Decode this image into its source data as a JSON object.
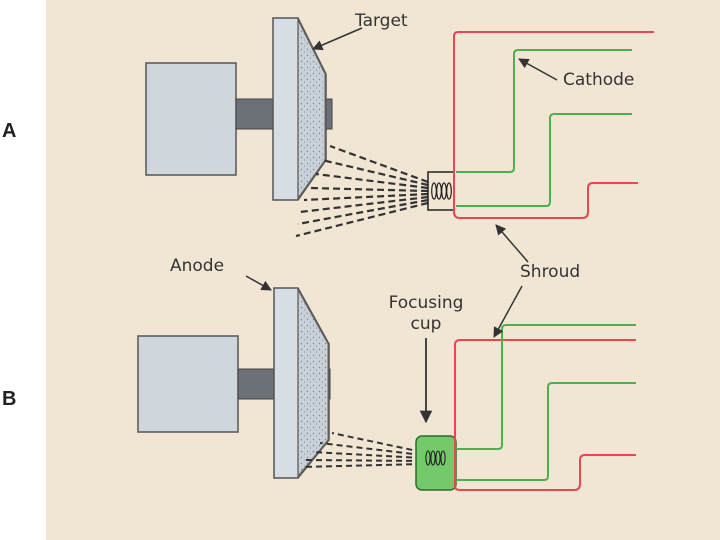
{
  "panels": [
    {
      "letter": "A"
    },
    {
      "letter": "B"
    }
  ],
  "labels": {
    "target": "Target",
    "cathode": "Cathode",
    "anode": "Anode",
    "shroud": "Shroud",
    "focusing_cup_line1": "Focusing",
    "focusing_cup_line2": "cup"
  },
  "colors": {
    "background": "#f1e6d4",
    "shroud": "#e8474f",
    "cathode": "#4caf50",
    "focusing_cup_fill": "#74c96a",
    "anode_body": "#cfd6dc",
    "stem": "#6b7176"
  }
}
